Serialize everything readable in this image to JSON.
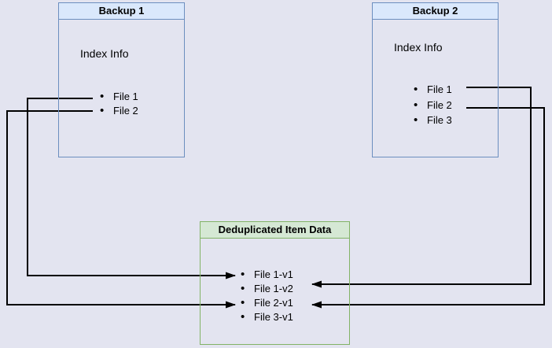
{
  "diagram": {
    "backup1": {
      "title": "Backup 1",
      "subtitle": "Index Info",
      "items": [
        "File 1",
        "File 2"
      ]
    },
    "backup2": {
      "title": "Backup 2",
      "subtitle": "Index Info",
      "items": [
        "File 1",
        "File 2",
        "File 3"
      ]
    },
    "dedup": {
      "title": "Deduplicated Item Data",
      "items": [
        "File 1-v1",
        "File 1-v2",
        "File 2-v1",
        "File 3-v1"
      ]
    },
    "connections": [
      {
        "from": "Backup 1 / File 1",
        "to": "File 1-v1"
      },
      {
        "from": "Backup 1 / File 2",
        "to": "File 2-v1"
      },
      {
        "from": "Backup 2 / File 1",
        "to": "File 1-v2"
      },
      {
        "from": "Backup 2 / File 2",
        "to": "File 2-v1"
      }
    ],
    "colors": {
      "background": "#e3e4f0",
      "blue_box_fill": "#dae8fc",
      "blue_box_border": "#6c8ebf",
      "green_box_fill": "#d5e8d4",
      "green_box_border": "#82b366",
      "connector": "#000000"
    }
  }
}
